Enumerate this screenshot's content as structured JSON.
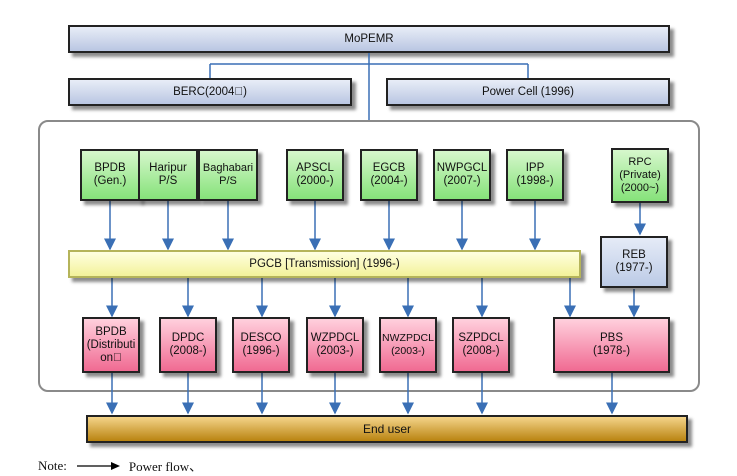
{
  "top": {
    "ministry": "MoPEMR",
    "berc": "BERC(2004\u0000)",
    "power_cell": "Power Cell (1996)"
  },
  "generation": [
    {
      "id": "bpdb-gen",
      "label": "BPDB\n(Gen.)"
    },
    {
      "id": "haripur",
      "label": "Haripur\nP/S"
    },
    {
      "id": "baghabari",
      "label": "Baghabari\nP/S"
    },
    {
      "id": "apscl",
      "label": "APSCL\n(2000-)"
    },
    {
      "id": "egcb",
      "label": "EGCB\n(2004-)"
    },
    {
      "id": "nwpgcl",
      "label": "NWPGCL\n(2007-)"
    },
    {
      "id": "ipp",
      "label": "IPP\n(1998-)"
    },
    {
      "id": "rpc",
      "label": "RPC\n(Private)\n(2000~)"
    }
  ],
  "transmission": {
    "pgcb": "PGCB  [Transmission] (1996-)",
    "reb": "REB\n(1977-)"
  },
  "distribution": [
    {
      "id": "bpdb-dist",
      "label": "BPDB\n(Distributi\non\u0000"
    },
    {
      "id": "dpdc",
      "label": "DPDC\n(2008-)"
    },
    {
      "id": "desco",
      "label": "DESCO\n(1996-)"
    },
    {
      "id": "wzpdcl",
      "label": "WZPDCL\n(2003-)"
    },
    {
      "id": "nwzpdcl",
      "label": "NWZPDCL\n(2003-)"
    },
    {
      "id": "szpdcl",
      "label": "SZPDCL\n(2008-)"
    },
    {
      "id": "pbs",
      "label": "PBS\n(1978-)"
    }
  ],
  "end_user": "End user",
  "note": {
    "prefix": "Note:",
    "legend": "Power flow、"
  },
  "colors": {
    "arrow": "#3a6fb5",
    "line": "#3a6fb5"
  }
}
